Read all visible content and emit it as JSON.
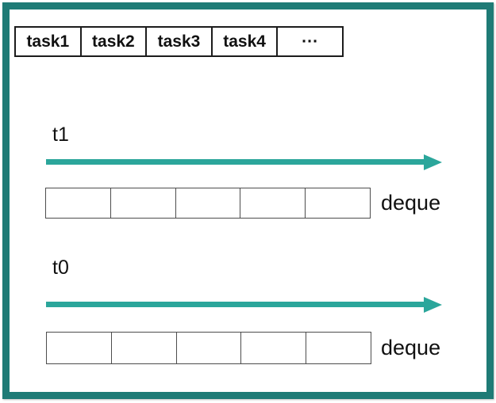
{
  "colors": {
    "frame_border": "#1F7B76",
    "arrow": "#2BA69B",
    "text": "#111111",
    "task_table_border": "#1c1c1c",
    "deque_table_border": "#4d4d4d"
  },
  "task_queue": {
    "cells": [
      "task1",
      "task2",
      "task3",
      "task4",
      "···"
    ]
  },
  "threads": [
    {
      "label": "t1",
      "deque_label": "deque",
      "deque_cells": [
        "",
        "",
        "",
        "",
        ""
      ]
    },
    {
      "label": "t0",
      "deque_label": "deque",
      "deque_cells": [
        "",
        "",
        "",
        "",
        ""
      ]
    }
  ]
}
